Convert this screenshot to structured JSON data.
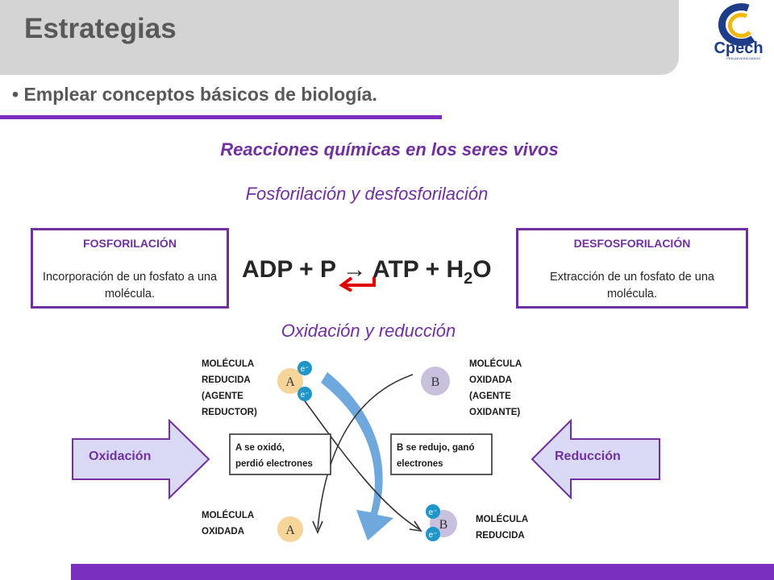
{
  "header": {
    "title": "Estrategias",
    "logo_text": "Cpech",
    "logo_subtext": "PREUNIVERSITARIOS"
  },
  "bullet": {
    "marker": "•",
    "text": "Emplear conceptos básicos de biología."
  },
  "headings": {
    "main": "Reacciones químicas en los seres vivos",
    "sub1": "Fosforilación y desfosforilación",
    "sub2": "Oxidación y reducción"
  },
  "box_left": {
    "title": "FOSFORILACIÓN",
    "text": "Incorporación de un fosfato a una molécula."
  },
  "box_right": {
    "title": "DESFOSFORILACIÓN",
    "text": "Extracción de un fosfato de una molécula."
  },
  "equation": {
    "left": "ADP + P ",
    "arrow": "→",
    "right": " ATP + H",
    "sub": "2",
    "end": "O"
  },
  "diagram": {
    "top_left": [
      "MOLÉCULA",
      "REDUCIDA",
      "(AGENTE",
      "REDUCTOR)"
    ],
    "top_right": [
      "MOLÉCULA",
      "OXIDADA",
      "(AGENTE",
      "OXIDANTE)"
    ],
    "bottom_left": [
      "MOLÉCULA",
      "OXIDADA"
    ],
    "bottom_right": [
      "MOLÉCULA",
      "REDUCIDA"
    ],
    "box_a": [
      "A se oxidó,",
      "perdió electrones"
    ],
    "box_b": [
      "B se redujo, ganó",
      "electrones"
    ],
    "molecule_a": "A",
    "molecule_b": "B",
    "electron": "e⁻"
  },
  "arrows": {
    "left_label": "Oxidación",
    "right_label": "Reducción"
  },
  "colors": {
    "accent": "#7030a0",
    "bar": "#7b2fbe",
    "gray": "#d4d4d4",
    "arrow_fill": "#d9d9f3"
  }
}
